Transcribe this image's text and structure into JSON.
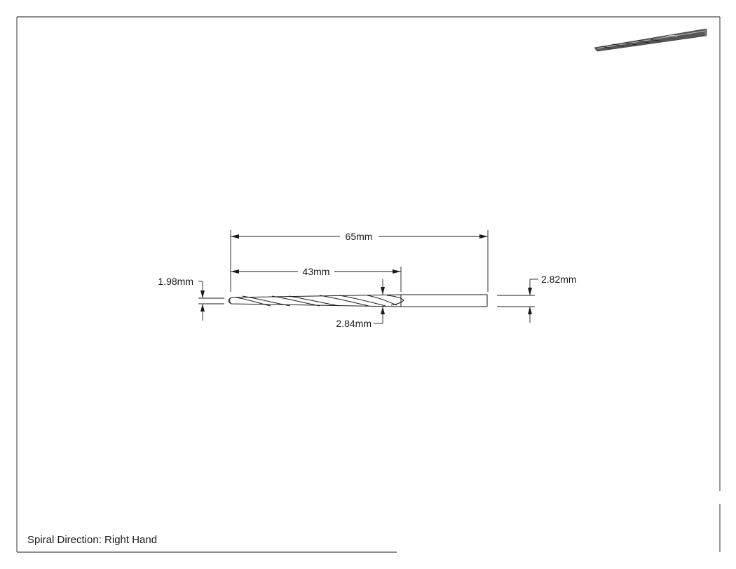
{
  "drawing": {
    "dimensions": {
      "overall_length": "65mm",
      "flute_length": "43mm",
      "tip_diameter": "1.98mm",
      "flute_diameter": "2.84mm",
      "shank_diameter": "2.82mm"
    },
    "note": "Spiral Direction: Right Hand"
  },
  "colors": {
    "line": "#1a1a1a",
    "background": "#ffffff",
    "iso_body": "#555555",
    "iso_highlight": "#bbbbbb"
  }
}
